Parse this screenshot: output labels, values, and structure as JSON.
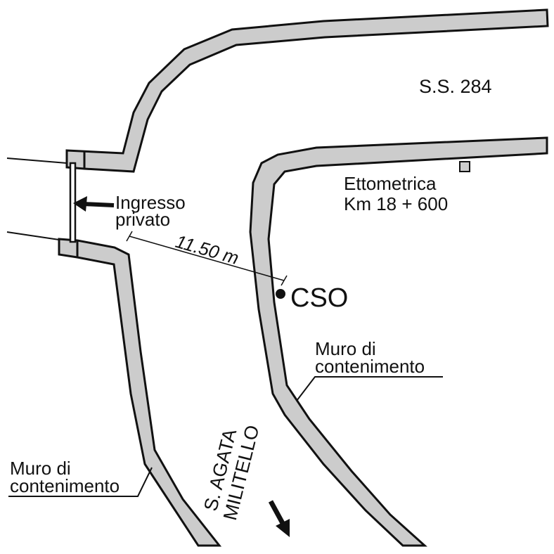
{
  "colors": {
    "wall_fill": "#cccccc",
    "line": "#111111",
    "background": "#ffffff"
  },
  "labels": {
    "road": "S.S. 284",
    "ettometrica_line1": "Ettometrica",
    "ettometrica_line2": "Km 18 + 600",
    "ingresso_line1": "Ingresso",
    "ingresso_line2": "privato",
    "distance": "11.50 m",
    "cso": "CSO",
    "muro_right_line1": "Muro di",
    "muro_right_line2": "contenimento",
    "muro_left_line1": "Muro di",
    "muro_left_line2": "contenimento",
    "direction_line1": "S. AGATA",
    "direction_line2": "MILITELLO"
  }
}
